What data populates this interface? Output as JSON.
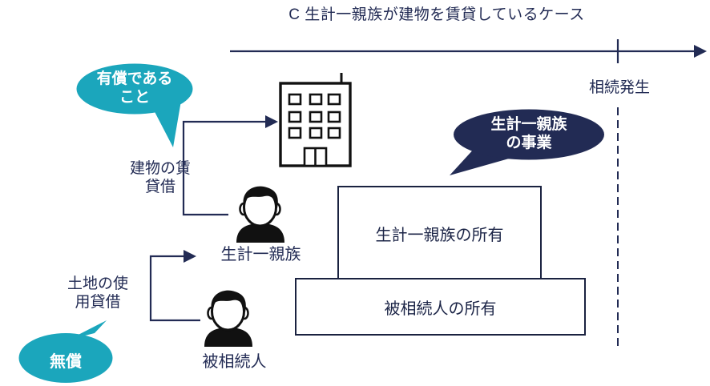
{
  "title": "C 生計一親族が建物を賃貸しているケース",
  "timeline": {
    "event_label": "相続発生"
  },
  "bubbles": {
    "paid": {
      "line1": "有償である",
      "line2": "こと"
    },
    "business": {
      "line1": "生計一親族",
      "line2": "の事業"
    },
    "free": {
      "label": "無償"
    }
  },
  "relations": {
    "building_lease": {
      "line1": "建物の賃",
      "line2": "貸借"
    },
    "land_loan": {
      "line1": "土地の使",
      "line2": "用貸借"
    }
  },
  "actors": {
    "family": {
      "label": "生計一親族"
    },
    "decedent": {
      "label": "被相続人"
    }
  },
  "ownership": {
    "upper_box": "生計一親族の所有",
    "lower_box": "被相続人の所有"
  },
  "icons": {
    "building": "building-icon",
    "family_person": "person-icon",
    "decedent_person": "person-icon",
    "timeline_arrow": "arrow-right-icon"
  },
  "colors": {
    "navy": "#222b54",
    "teal": "#1ba6bc",
    "ink": "#111111",
    "background": "#ffffff"
  }
}
